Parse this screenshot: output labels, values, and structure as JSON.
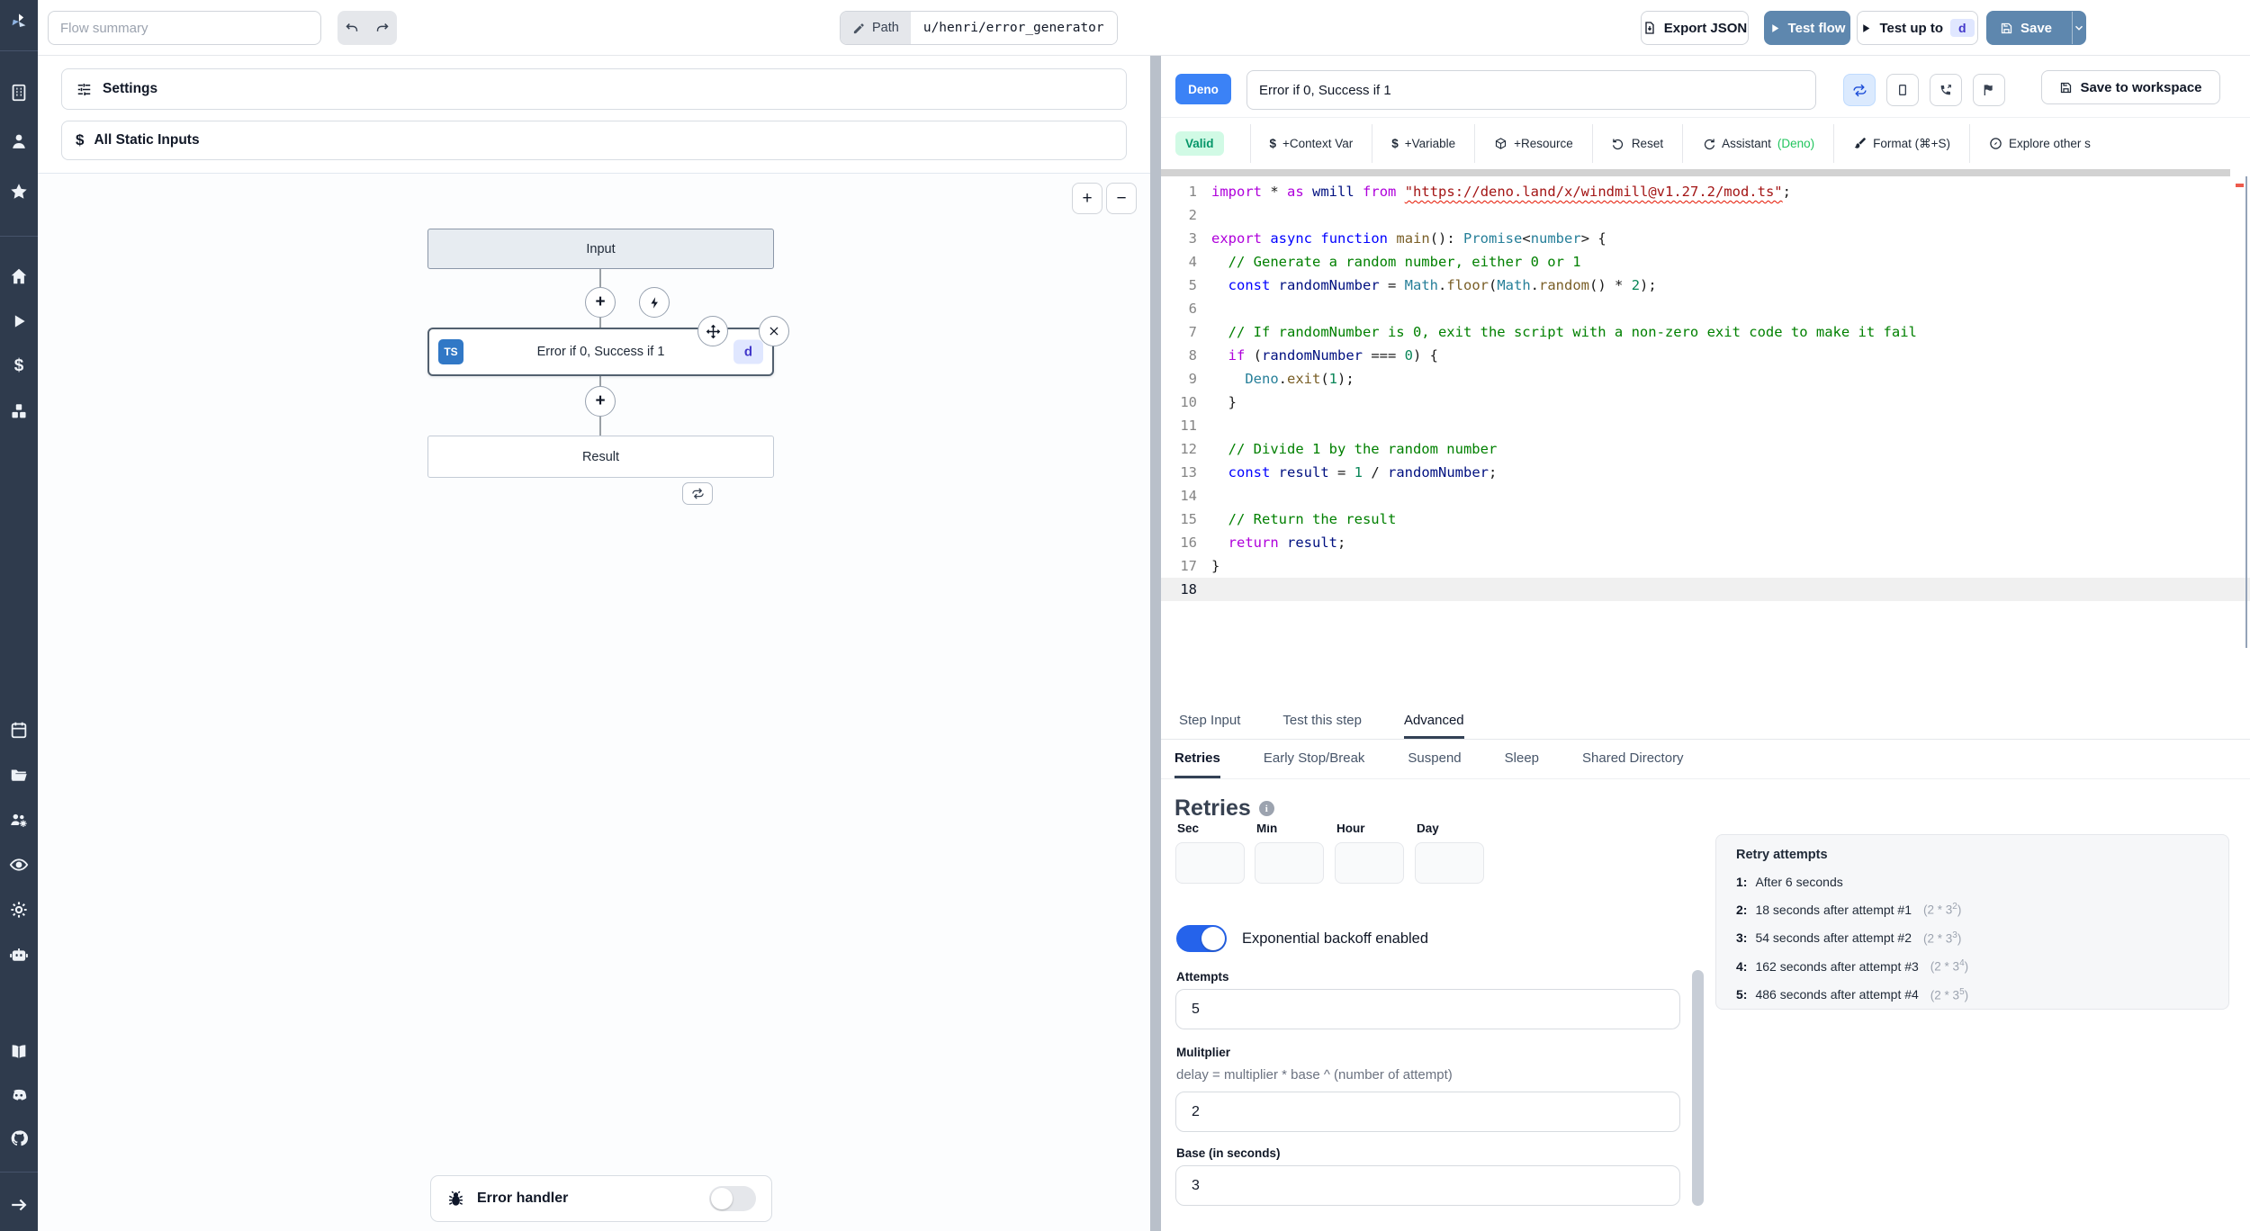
{
  "topbar": {
    "flow_summary_placeholder": "Flow summary",
    "path_label": "Path",
    "path_value": "u/henri/error_generator",
    "export_json_label": "Export JSON",
    "test_flow_label": "Test flow",
    "test_up_to_label": "Test up to",
    "test_up_to_step": "d",
    "save_label": "Save"
  },
  "sidebar": {
    "icons": [
      "windmill-logo",
      "building",
      "user",
      "star",
      "home",
      "play",
      "dollar",
      "resources",
      "calendar",
      "folder",
      "groups",
      "eye",
      "settings",
      "ai-assistant",
      "docs",
      "discord",
      "github",
      "expand"
    ]
  },
  "flow": {
    "settings_label": "Settings",
    "static_inputs_label": "All Static Inputs",
    "zoom_in": "+",
    "zoom_out": "−",
    "input_node_label": "Input",
    "step_node": {
      "lang": "TS",
      "label": "Error if 0, Success if 1",
      "id": "d"
    },
    "result_node_label": "Result",
    "error_handler_label": "Error handler"
  },
  "editor": {
    "lang_badge": "Deno",
    "step_name": "Error if 0, Success if 1",
    "save_to_workspace_label": "Save to workspace",
    "toolbar": {
      "valid": "Valid",
      "context_var": "+Context Var",
      "variable": "+Variable",
      "resource": "+Resource",
      "reset": "Reset",
      "assistant": "Assistant",
      "assistant_lang": "(Deno)",
      "format": "Format (⌘+S)",
      "explore": "Explore other s"
    },
    "code": {
      "active_line": 18,
      "lines": [
        [
          [
            "k",
            "import"
          ],
          [
            "d",
            " * "
          ],
          [
            "k",
            "as"
          ],
          [
            "d",
            " "
          ],
          [
            "v",
            "wmill"
          ],
          [
            "d",
            " "
          ],
          [
            "k",
            "from"
          ],
          [
            "d",
            " "
          ],
          [
            "u",
            "\"https://deno.land/x/windmill@v1.27.2/mod.ts\""
          ],
          [
            "d",
            ";"
          ]
        ],
        [],
        [
          [
            "k",
            "export"
          ],
          [
            "d",
            " "
          ],
          [
            "s",
            "async"
          ],
          [
            "d",
            " "
          ],
          [
            "s",
            "function"
          ],
          [
            "d",
            " "
          ],
          [
            "f",
            "main"
          ],
          [
            "d",
            "(): "
          ],
          [
            "t",
            "Promise"
          ],
          [
            "d",
            "<"
          ],
          [
            "t",
            "number"
          ],
          [
            "d",
            "> {"
          ]
        ],
        [
          [
            "c",
            "  // Generate a random number, either 0 or 1"
          ]
        ],
        [
          [
            "s",
            "  const"
          ],
          [
            "d",
            " "
          ],
          [
            "v",
            "randomNumber"
          ],
          [
            "d",
            " = "
          ],
          [
            "t",
            "Math"
          ],
          [
            "d",
            "."
          ],
          [
            "f",
            "floor"
          ],
          [
            "d",
            "("
          ],
          [
            "t",
            "Math"
          ],
          [
            "d",
            "."
          ],
          [
            "f",
            "random"
          ],
          [
            "d",
            "() * "
          ],
          [
            "n",
            "2"
          ],
          [
            "d",
            ");"
          ]
        ],
        [],
        [
          [
            "c",
            "  // If randomNumber is 0, exit the script with a non-zero exit code to make it fail"
          ]
        ],
        [
          [
            "k",
            "  if"
          ],
          [
            "d",
            " ("
          ],
          [
            "v",
            "randomNumber"
          ],
          [
            "d",
            " === "
          ],
          [
            "n",
            "0"
          ],
          [
            "d",
            ") {"
          ]
        ],
        [
          [
            "d",
            "    "
          ],
          [
            "t",
            "Deno"
          ],
          [
            "d",
            "."
          ],
          [
            "f",
            "exit"
          ],
          [
            "d",
            "("
          ],
          [
            "n",
            "1"
          ],
          [
            "d",
            ");"
          ]
        ],
        [
          [
            "d",
            "  }"
          ]
        ],
        [],
        [
          [
            "c",
            "  // Divide 1 by the random number"
          ]
        ],
        [
          [
            "s",
            "  const"
          ],
          [
            "d",
            " "
          ],
          [
            "v",
            "result"
          ],
          [
            "d",
            " = "
          ],
          [
            "n",
            "1"
          ],
          [
            "d",
            " / "
          ],
          [
            "v",
            "randomNumber"
          ],
          [
            "d",
            ";"
          ]
        ],
        [],
        [
          [
            "c",
            "  // Return the result"
          ]
        ],
        [
          [
            "k",
            "  return"
          ],
          [
            "d",
            " "
          ],
          [
            "v",
            "result"
          ],
          [
            "d",
            ";"
          ]
        ],
        [
          [
            "d",
            "}"
          ]
        ],
        []
      ]
    }
  },
  "tabs": {
    "step_input": "Step Input",
    "test_this_step": "Test this step",
    "advanced": "Advanced"
  },
  "subtabs": {
    "retries": "Retries",
    "early_stop": "Early Stop/Break",
    "suspend": "Suspend",
    "sleep": "Sleep",
    "shared_directory": "Shared Directory"
  },
  "retries": {
    "title": "Retries",
    "units": [
      "Sec",
      "Min",
      "Hour",
      "Day"
    ],
    "exponential_label": "Exponential backoff enabled",
    "attempts_label": "Attempts",
    "attempts_value": "5",
    "multiplier_label": "Mulitplier",
    "multiplier_help": "delay = multiplier * base ^ (number of attempt)",
    "multiplier_value": "2",
    "base_label": "Base (in seconds)",
    "base_value": "3",
    "panel": {
      "title": "Retry attempts",
      "items": [
        {
          "num": "1:",
          "text": "After 6 seconds",
          "formula_base": null,
          "formula_exp": null
        },
        {
          "num": "2:",
          "text": "18 seconds after attempt #1",
          "formula_base": "(2 * 3",
          "formula_exp": "2"
        },
        {
          "num": "3:",
          "text": "54 seconds after attempt #2",
          "formula_base": "(2 * 3",
          "formula_exp": "3"
        },
        {
          "num": "4:",
          "text": "162 seconds after attempt #3",
          "formula_base": "(2 * 3",
          "formula_exp": "4"
        },
        {
          "num": "5:",
          "text": "486 seconds after attempt #4",
          "formula_base": "(2 * 3",
          "formula_exp": "5"
        }
      ]
    }
  }
}
